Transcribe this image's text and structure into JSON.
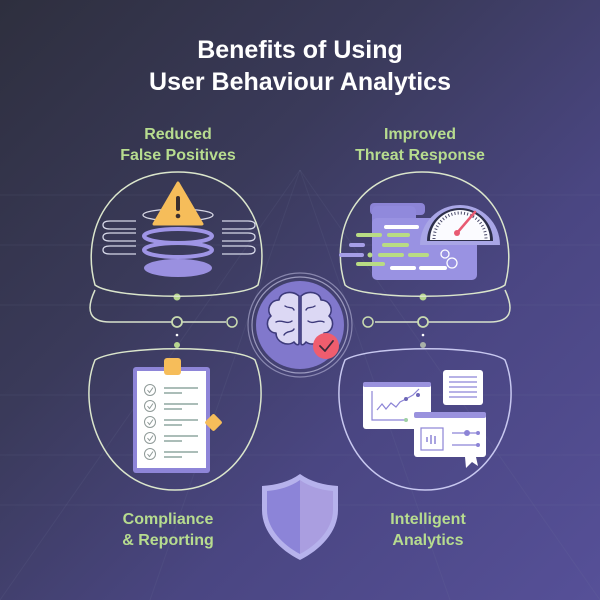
{
  "title": {
    "line1": "Benefits of Using",
    "line2": "User Behaviour Analytics"
  },
  "benefits": [
    {
      "id": "false-positives",
      "line1": "Reduced",
      "line2": "False Positives",
      "icon": "warning-stack-icon"
    },
    {
      "id": "threat-response",
      "line1": "Improved",
      "line2": "Threat Response",
      "icon": "speedometer-dashboard-icon"
    },
    {
      "id": "compliance",
      "line1": "Compliance",
      "line2": "& Reporting",
      "icon": "clipboard-checklist-icon"
    },
    {
      "id": "analytics",
      "line1": "Intelligent",
      "line2": "Analytics",
      "icon": "analytics-windows-icon"
    }
  ],
  "center": {
    "icon": "brain-check-icon"
  },
  "bottom": {
    "icon": "shield-icon"
  },
  "colors": {
    "label_green": "#b7dc8f",
    "accent_purple": "#8b84d8",
    "warning_yellow": "#f6bd5a",
    "check_red": "#ef5d6e",
    "outline": "#d8e6c8"
  }
}
